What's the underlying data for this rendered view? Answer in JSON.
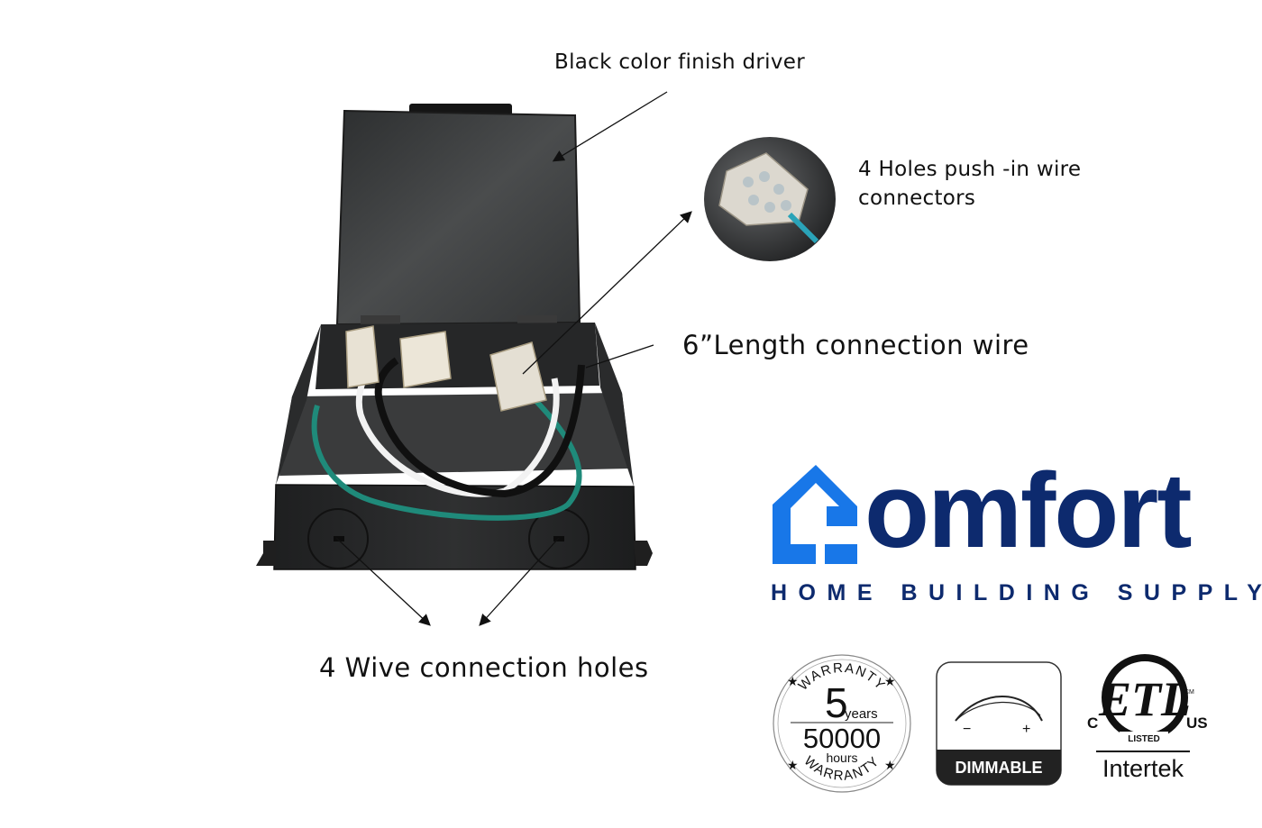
{
  "callouts": {
    "finish": "Black color finish driver",
    "connectors_line1": "4 Holes push -in wire",
    "connectors_line2": "connectors",
    "wire_length": "6”Length connection wire",
    "holes": "4 Wive connection holes"
  },
  "brand": {
    "word": "omfort",
    "tagline": "HOME BUILDING SUPPLY",
    "colors": {
      "house": "#1877e8",
      "text": "#0d2a6e"
    }
  },
  "badges": {
    "warranty": {
      "top_arc": "WARRANTY",
      "years_number": "5",
      "years_label": "years",
      "hours_number": "50000",
      "hours_label": "hours",
      "bottom_arc": "WARRANTY"
    },
    "dimmable": {
      "minus": "−",
      "plus": "+",
      "label": "DIMMABLE"
    },
    "etl": {
      "left": "C",
      "right": "US",
      "listed": "LISTED",
      "cm": "CM",
      "brand": "Intertek"
    }
  },
  "icons": [
    "house-logo-icon",
    "arrow-icon",
    "etl-mark-icon",
    "dimmer-arc-icon",
    "star-icon"
  ]
}
